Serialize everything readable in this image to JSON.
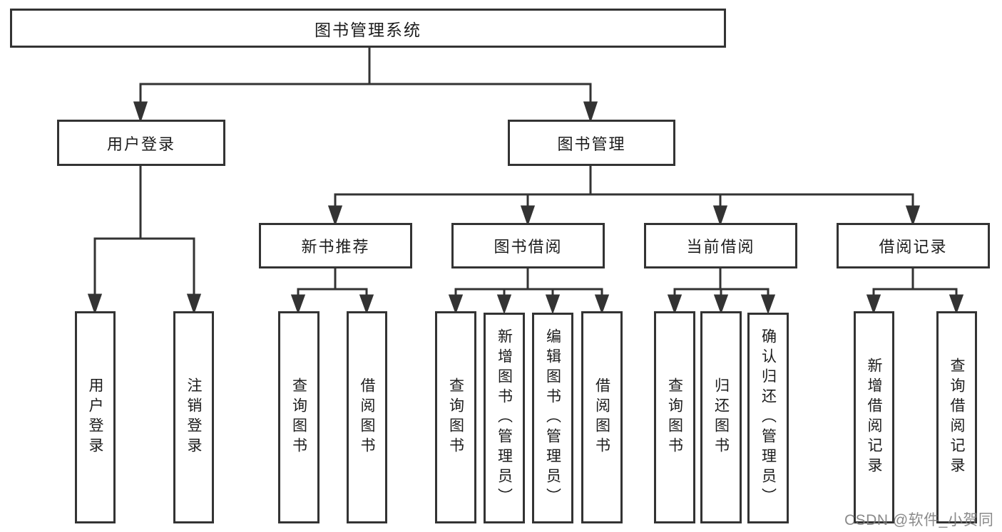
{
  "colors": {
    "line": "#333333",
    "box_border": "#333333",
    "box_background": "#ffffff",
    "text": "#1c1c1c",
    "watermark": "#7a7a7a"
  },
  "watermark": {
    "text": "CSDN @软件_小贺同学"
  },
  "tree": {
    "label": "图书管理系统",
    "children": [
      {
        "label": "用户登录",
        "children": [
          {
            "label": "用户登录"
          },
          {
            "label": "注销登录"
          }
        ]
      },
      {
        "label": "图书管理",
        "children": [
          {
            "label": "新书推荐",
            "children": [
              {
                "label": "查询图书"
              },
              {
                "label": "借阅图书"
              }
            ]
          },
          {
            "label": "图书借阅",
            "children": [
              {
                "label": "查询图书"
              },
              {
                "label": "新增图书（管理员）"
              },
              {
                "label": "编辑图书（管理员）"
              },
              {
                "label": "借阅图书"
              }
            ]
          },
          {
            "label": "当前借阅",
            "children": [
              {
                "label": "查询图书"
              },
              {
                "label": "归还图书"
              },
              {
                "label": "确认归还（管理员）"
              }
            ]
          },
          {
            "label": "借阅记录",
            "children": [
              {
                "label": "新增借阅记录"
              },
              {
                "label": "查询借阅记录"
              }
            ]
          }
        ]
      }
    ]
  }
}
